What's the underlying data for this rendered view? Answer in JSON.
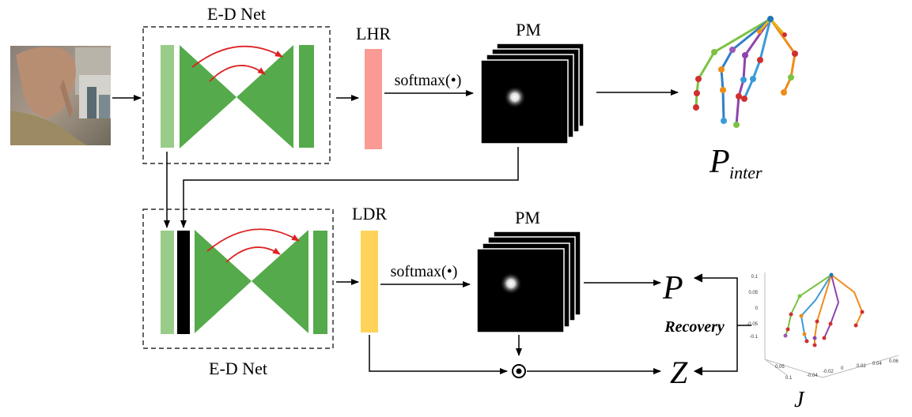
{
  "colors": {
    "light_green": "#99cc88",
    "dark_green": "#55aa4b",
    "lhr_pink": "#fa9a94",
    "ldr_yellow": "#ffd35a",
    "skip_red": "#dd2222",
    "heatmap_bg": "#000000"
  },
  "labels": {
    "ed_net_top": "E-D Net",
    "ed_net_bottom": "E-D Net",
    "lhr": "LHR",
    "ldr": "LDR",
    "pm_top": "PM",
    "pm_bottom": "PM",
    "softmax_top": "softmax(•)",
    "softmax_bottom": "softmax(•)",
    "p_inter_main": "P",
    "p_inter_sub": "inter",
    "p_out": "P",
    "z_out": "Z",
    "recovery": "Recovery",
    "j_label": "J",
    "hadamard_symbol": "◎"
  },
  "plot3d": {
    "z_ticks": [
      "0.1",
      "0.05",
      "0",
      "-0.05",
      "-0.1"
    ],
    "x_ticks": [
      "-0.04",
      "-0.02",
      "0",
      "0.02",
      "0.04",
      "0.06"
    ],
    "y_ticks": [
      "0.1",
      "0.05"
    ]
  },
  "icons": {
    "hand_photo": "hand-image",
    "skeleton_2d": "hand-skeleton-2d",
    "skeleton_3d": "hand-skeleton-3d"
  }
}
